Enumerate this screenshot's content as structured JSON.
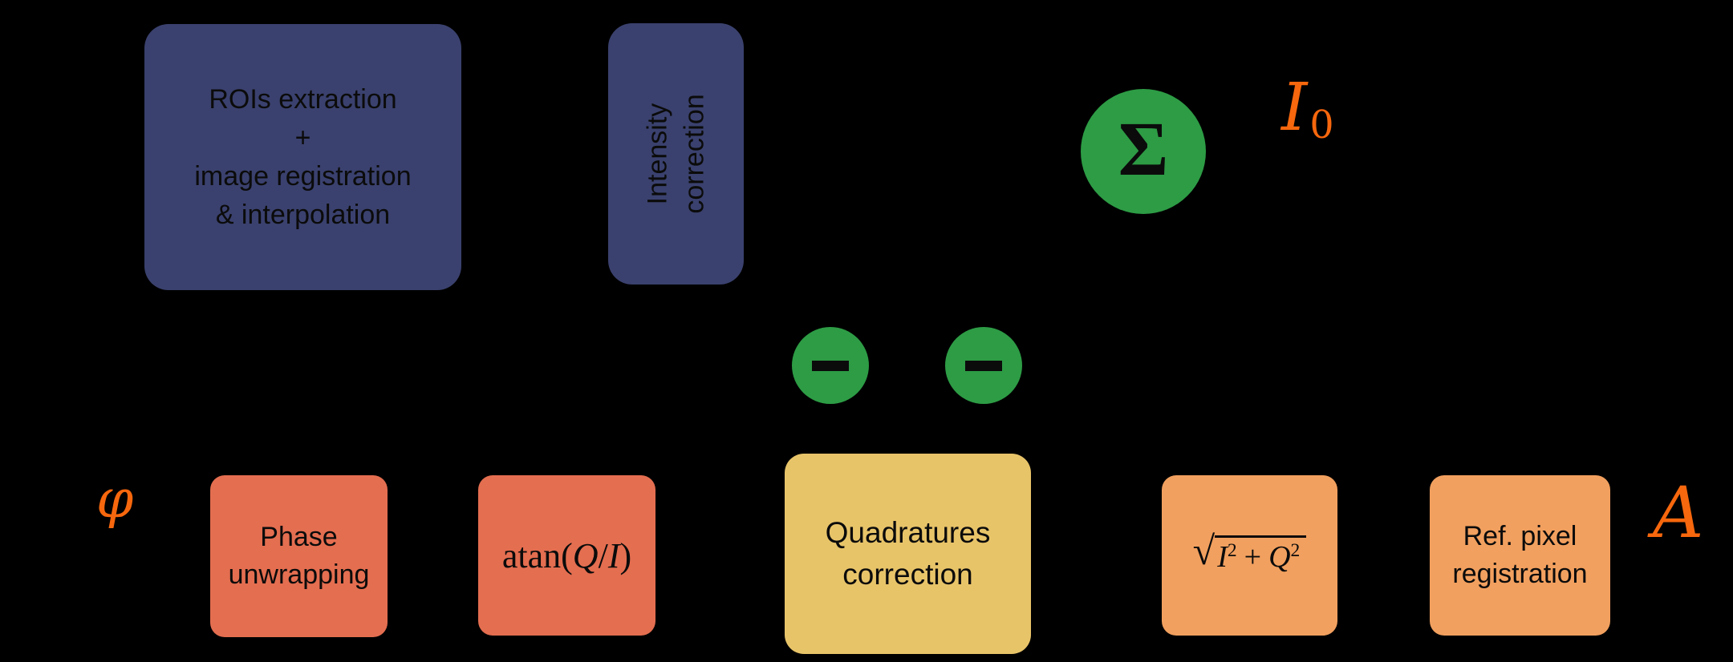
{
  "figure": {
    "background": "#000000",
    "palette": {
      "navy": "#3a416e",
      "green": "#2d9c45",
      "salmon": "#e46e50",
      "gold": "#e8c469",
      "light_orange": "#f2a05f",
      "label_orange": "#f7670d",
      "node_text": "#0b0b0b"
    },
    "nodes": {
      "rois_extraction": {
        "lines": [
          "ROIs extraction",
          "+",
          "image registration",
          "& interpolation"
        ]
      },
      "intensity_correction": {
        "lines": [
          "Intensity",
          "correction"
        ]
      },
      "phase_unwrapping": {
        "lines": [
          "Phase",
          "unwrapping"
        ]
      },
      "quadratures_correction": {
        "lines": [
          "Quadratures",
          "correction"
        ]
      },
      "ref_pixel_registration": {
        "lines": [
          "Ref. pixel",
          "registration"
        ]
      },
      "atan_expression": {
        "fn": "atan(",
        "numerator": "Q",
        "slash": "/",
        "denominator": "I",
        "close": ")"
      },
      "magnitude_expression": {
        "radical": "√",
        "term1": "I",
        "exp1": "2",
        "plus": "+",
        "term2": "Q",
        "exp2": "2"
      }
    },
    "operators": {
      "sum": "Σ",
      "minus": "−"
    },
    "output_labels": {
      "phi": "φ",
      "i0_base": "I",
      "i0_subscript": "0",
      "amplitude": "A"
    }
  }
}
